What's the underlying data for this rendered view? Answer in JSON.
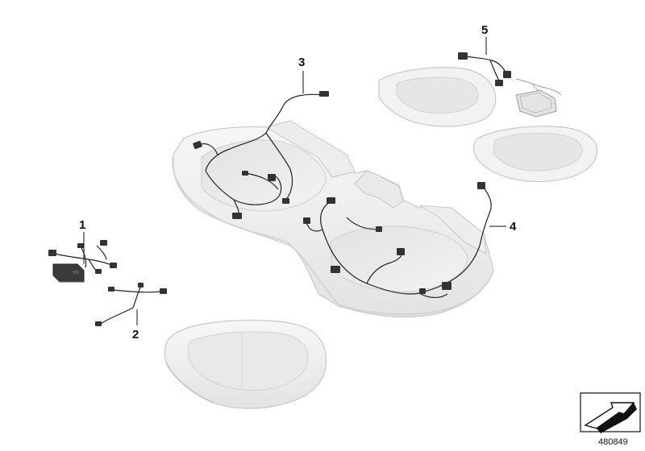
{
  "callouts": [
    {
      "id": "1",
      "label": "1"
    },
    {
      "id": "2",
      "label": "2"
    },
    {
      "id": "3",
      "label": "3"
    },
    {
      "id": "4",
      "label": "4"
    },
    {
      "id": "5",
      "label": "5"
    }
  ],
  "diagram_number": "480849",
  "colors": {
    "cushion_fill": "#f1f1f1",
    "cushion_shade": "#e0e0e0",
    "cushion_outline": "#c8c8c8",
    "wire": "#222222",
    "connector": "#333333",
    "module": "#3a3a3a"
  }
}
